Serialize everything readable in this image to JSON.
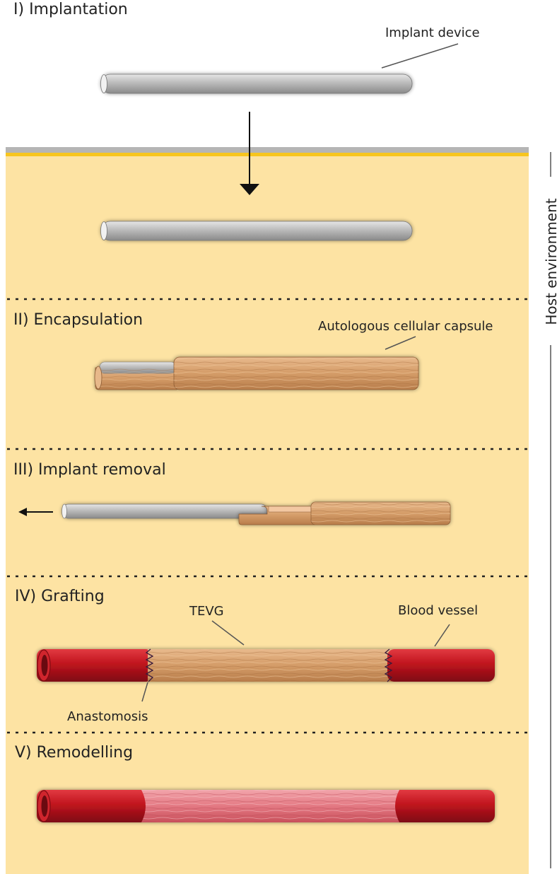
{
  "stages": {
    "implantation": "I) Implantation",
    "encapsulation": "II) Encapsulation",
    "removal": "III) Implant  removal",
    "grafting": "IV) Grafting",
    "remodelling": "V) Remodelling"
  },
  "labels": {
    "implant_device": "Implant device",
    "capsule": "Autologous cellular capsule",
    "tevg": "TEVG",
    "blood_vessel": "Blood vessel",
    "anastomosis": "Anastomosis",
    "host_environment": "Host environment"
  },
  "colors": {
    "host_bg": "#fde3a3",
    "skin_grey": "#b5b5b5",
    "skin_yellow": "#f7c51e",
    "implant": "#b3b3b3",
    "capsule": "#d9a06d",
    "vessel": "#c0141e",
    "remodelled": "#e47a84"
  }
}
